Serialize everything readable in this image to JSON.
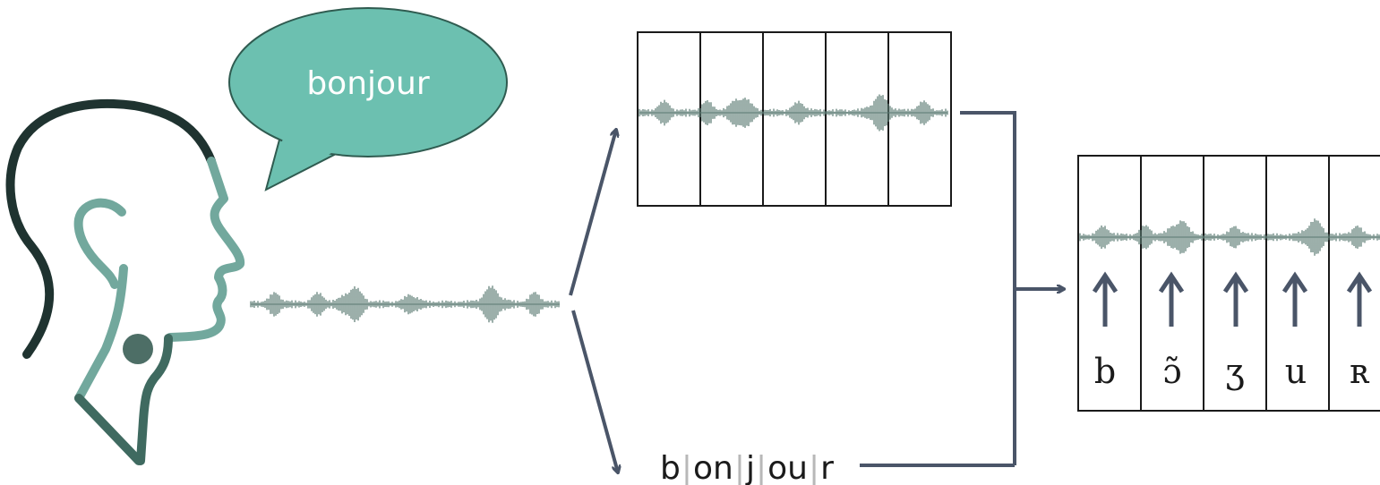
{
  "speech_bubble": {
    "text": "bonjour"
  },
  "segmented_word": {
    "parts": [
      "b",
      "on",
      "j",
      "ou",
      "r"
    ]
  },
  "phonemes": [
    "b",
    "ɔ̃",
    "ʒ",
    "u",
    "ʀ"
  ],
  "colors": {
    "bubble_fill": "#6cc0b0",
    "bubble_stroke": "#2f5b50",
    "head_dark": "#1f3330",
    "head_teal": "#72a89d",
    "neck_dark": "#3f6a60",
    "arrow": "#4a5568",
    "waveform": "#5a7a72"
  }
}
